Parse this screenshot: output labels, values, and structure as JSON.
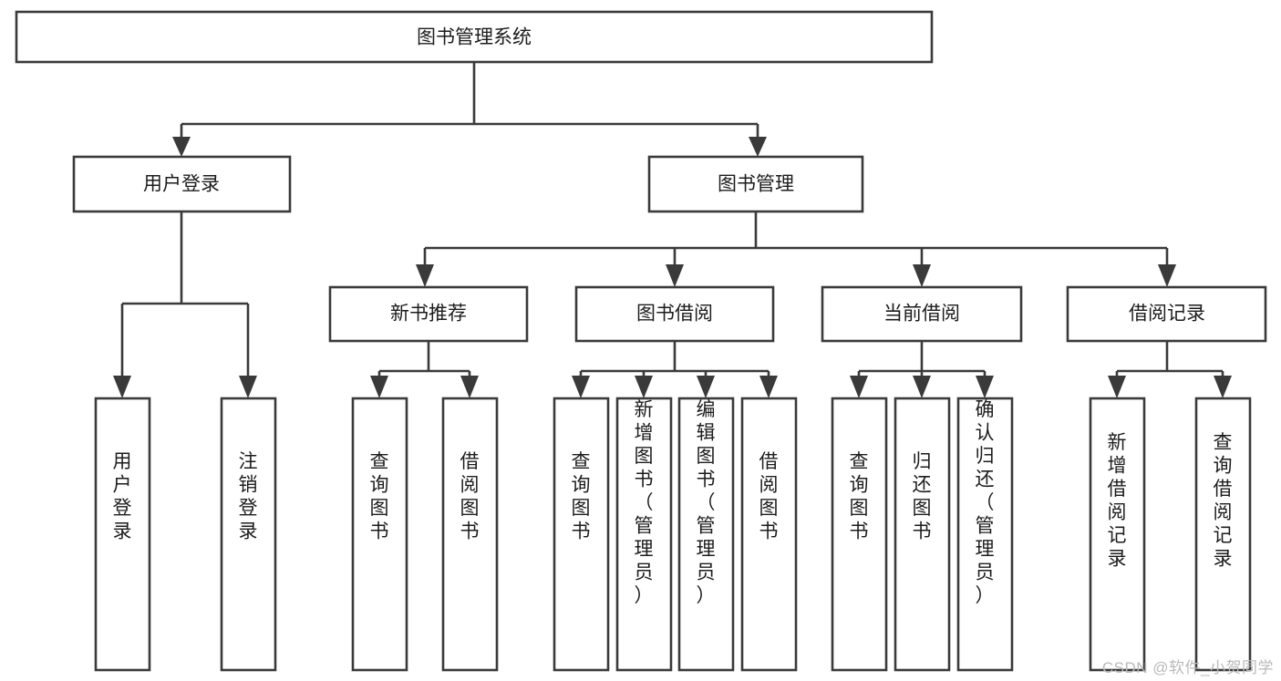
{
  "diagram": {
    "title": "图书管理系统",
    "type": "tree-hierarchy-diagram",
    "colors": {
      "background": "#ffffff",
      "stroke": "#3a3a3a",
      "box_fill": "#ffffff",
      "text": "#1c1c1c",
      "watermark": "#b9b9b9"
    },
    "root": {
      "label": "图书管理系统",
      "orientation": "horizontal"
    },
    "level2": [
      {
        "label": "用户登录",
        "orientation": "horizontal"
      },
      {
        "label": "图书管理",
        "orientation": "horizontal"
      }
    ],
    "level3": [
      {
        "label": "新书推荐",
        "orientation": "horizontal"
      },
      {
        "label": "图书借阅",
        "orientation": "horizontal"
      },
      {
        "label": "当前借阅",
        "orientation": "horizontal"
      },
      {
        "label": "借阅记录",
        "orientation": "horizontal"
      }
    ],
    "leaves": {
      "user_login": [
        {
          "label": "用户登录",
          "orientation": "vertical"
        },
        {
          "label": "注销登录",
          "orientation": "vertical"
        }
      ],
      "new_book_recommend": [
        {
          "label": "查询图书",
          "orientation": "vertical"
        },
        {
          "label": "借阅图书",
          "orientation": "vertical"
        }
      ],
      "book_borrow": [
        {
          "label": "查询图书",
          "orientation": "vertical"
        },
        {
          "label": "新增图书（管理员）",
          "orientation": "vertical"
        },
        {
          "label": "编辑图书（管理员）",
          "orientation": "vertical"
        },
        {
          "label": "借阅图书",
          "orientation": "vertical"
        }
      ],
      "current_borrow": [
        {
          "label": "查询图书",
          "orientation": "vertical"
        },
        {
          "label": "归还图书",
          "orientation": "vertical"
        },
        {
          "label": "确认归还（管理员）",
          "orientation": "vertical"
        }
      ],
      "borrow_record": [
        {
          "label": "新增借阅记录",
          "orientation": "vertical"
        },
        {
          "label": "查询借阅记录",
          "orientation": "vertical"
        }
      ]
    }
  },
  "watermark": {
    "text": "CSDN @软件_小贺同学"
  }
}
